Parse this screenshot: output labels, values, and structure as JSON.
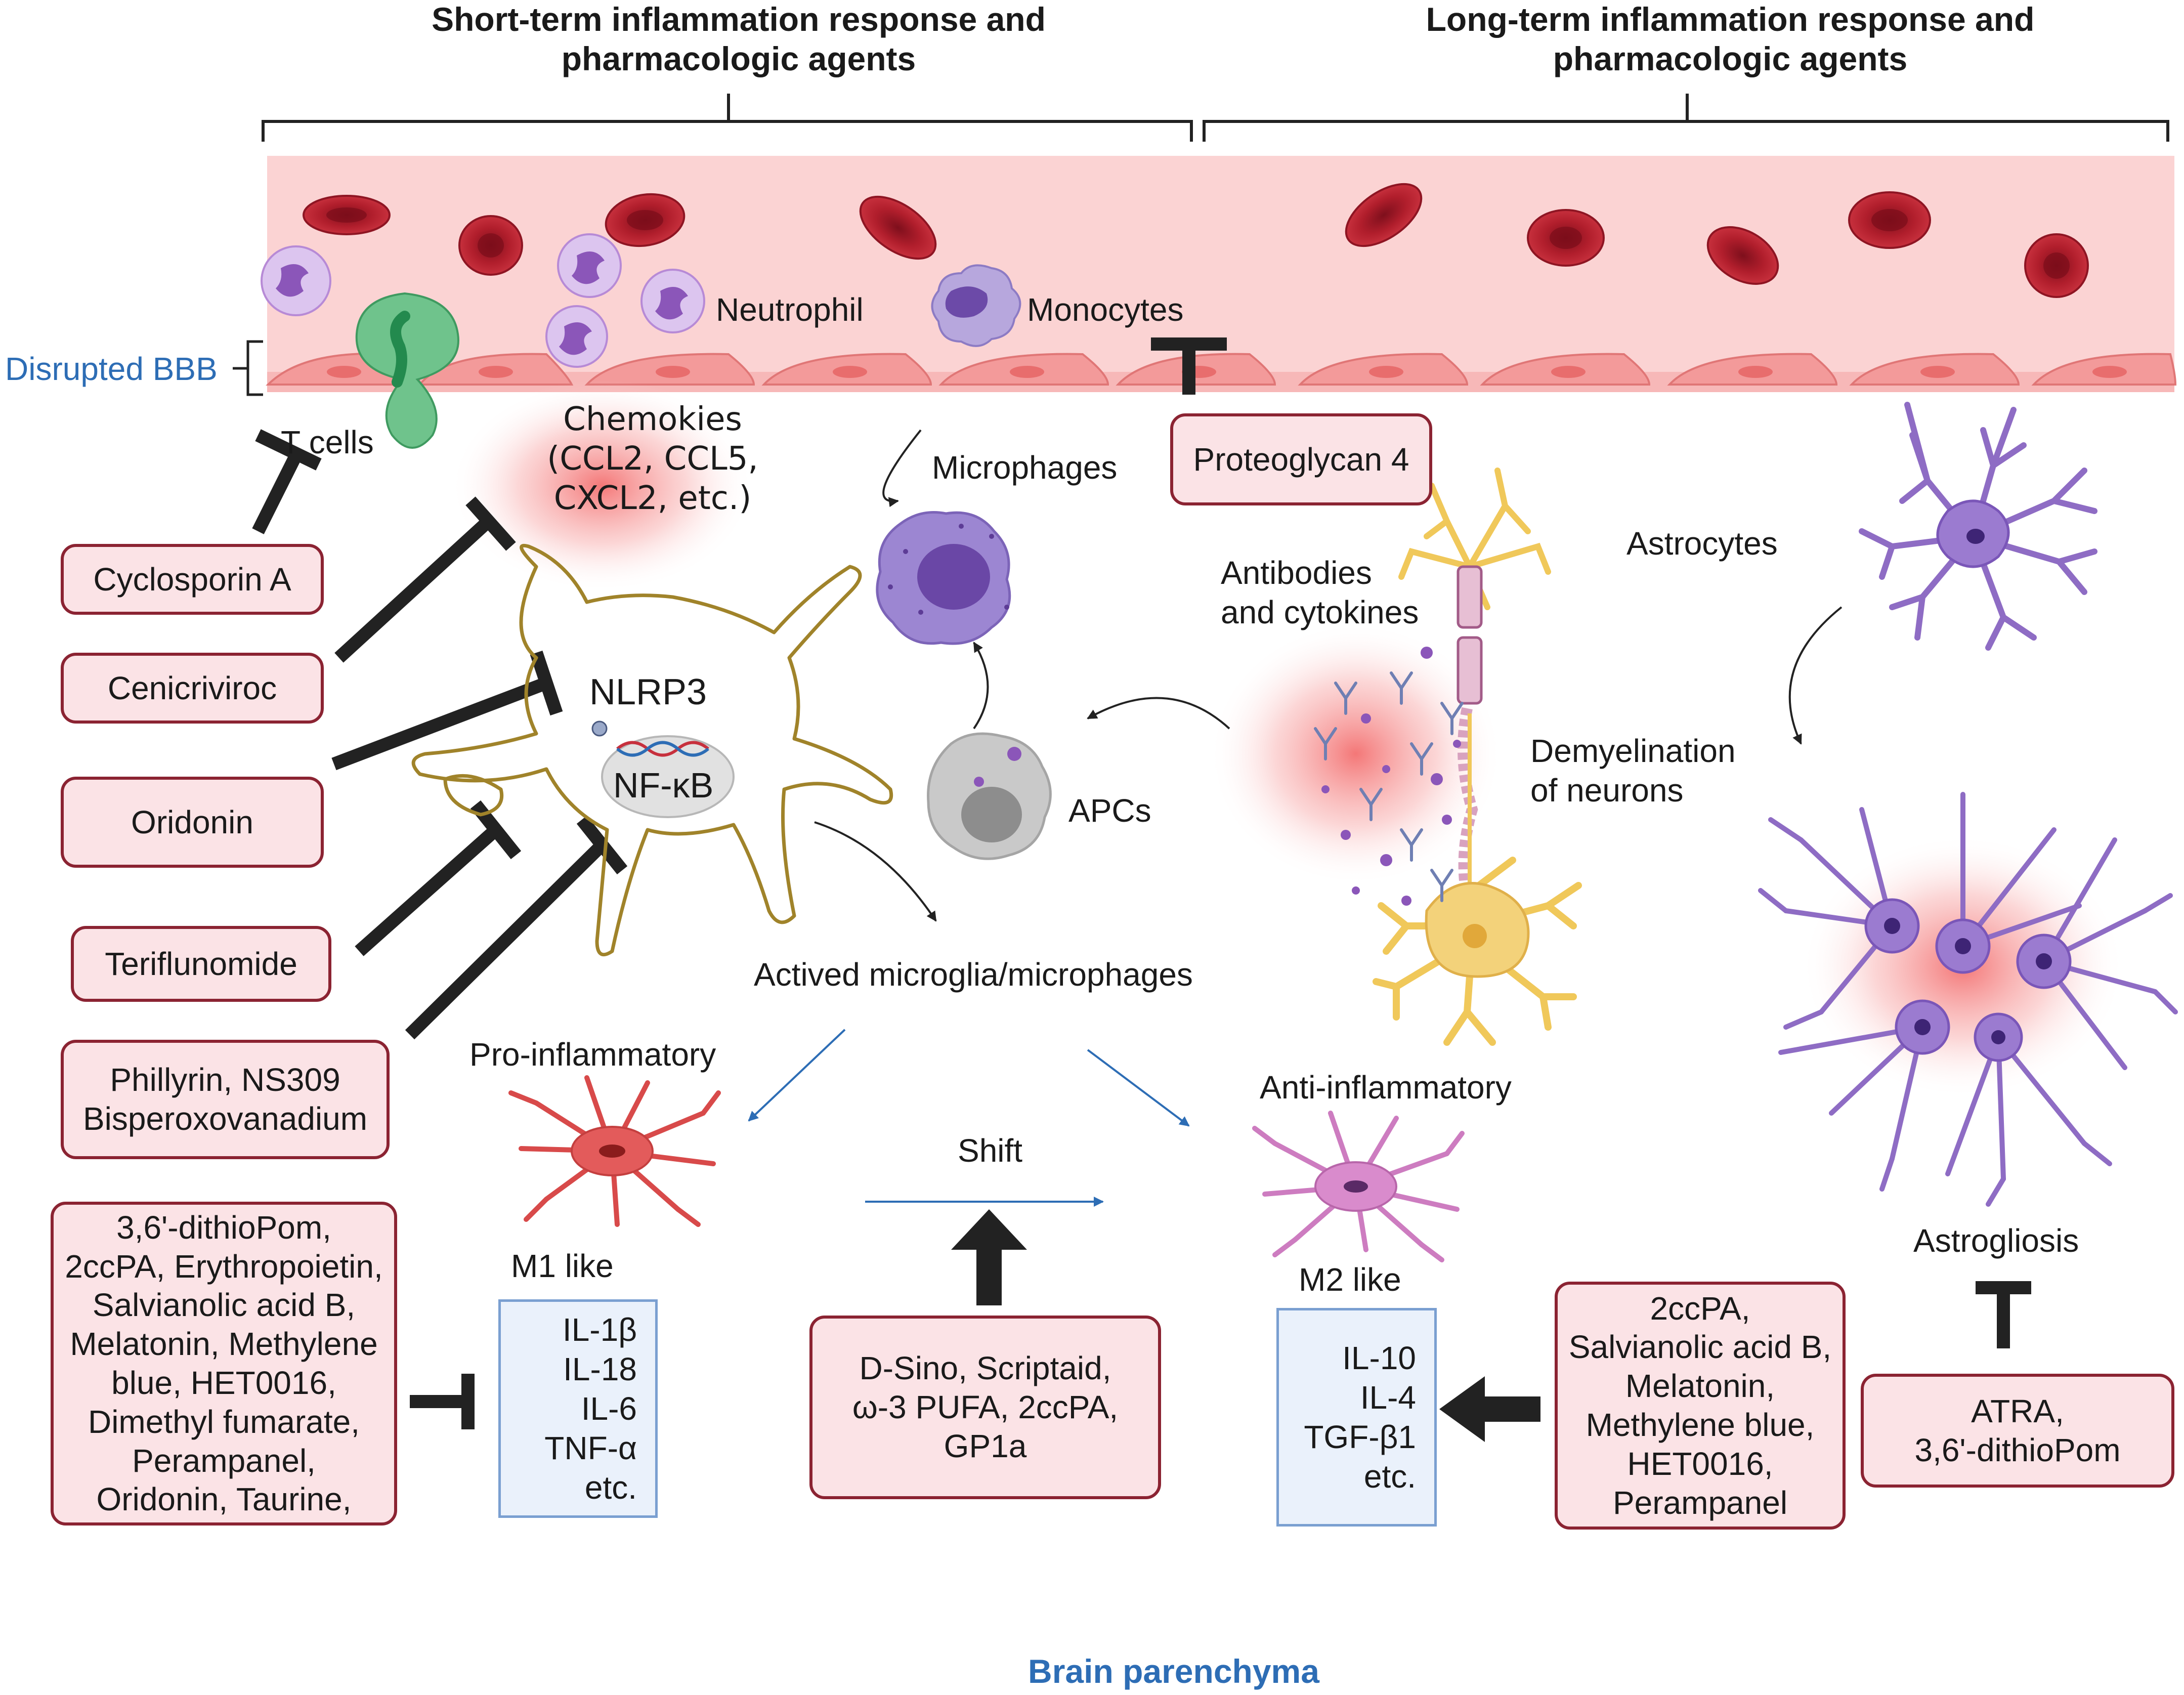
{
  "headers": {
    "short_term": "Short-term inflammation response and\npharmacologic agents",
    "long_term": "Long-term inflammation response and\npharmacologic agents"
  },
  "labels": {
    "disrupted_bbb": "Disrupted BBB",
    "neutrophil": "Neutrophil",
    "monocytes": "Monocytes",
    "t_cells": "T cells",
    "chemokines": "Chemokies\n(CCL2, CCL5,\nCXCL2, etc.)",
    "microphages": "Microphages",
    "nlrp3": "NLRP3",
    "nfkb": "NF-κB",
    "apcs": "APCs",
    "antibodies": "Antibodies\nand cytokines",
    "astrocytes": "Astrocytes",
    "demyelination": "Demyelination\nof neurons",
    "activated": "Actived microglia/microphages",
    "pro_inflammatory": "Pro-inflammatory",
    "anti_inflammatory": "Anti-inflammatory",
    "shift": "Shift",
    "m1_like": "M1 like",
    "m2_like": "M2 like",
    "astrogliosis": "Astrogliosis",
    "brain_parenchyma": "Brain parenchyma"
  },
  "drugs": {
    "proteoglycan": "Proteoglycan 4",
    "cyclosporin": "Cyclosporin A",
    "cenicriviroc": "Cenicriviroc",
    "oridonin": "Oridonin",
    "teriflunomide": "Teriflunomide",
    "phillyrin": "Phillyrin, NS309\nBisperoxovanadium",
    "m1_inhibitors": "3,6'-dithioPom,\n2ccPA, Erythropoietin,\nSalvianolic acid B,\nMelatonin, Methylene\nblue, HET0016,\nDimethyl fumarate,\nPerampanel,\nOridonin, Taurine,",
    "shift_agents": "D-Sino, Scriptaid,\nω-3 PUFA, 2ccPA,\nGP1a",
    "m2_promoters": "2ccPA,\nSalvianolic acid B,\nMelatonin,\nMethylene blue,\nHET0016,\nPerampanel",
    "astro_inhibitors": "ATRA,\n3,6'-dithioPom"
  },
  "cytokines": {
    "m1": [
      "IL-1β",
      "IL-18",
      "IL-6",
      "TNF-α",
      "etc."
    ],
    "m2": [
      "IL-10",
      "IL-4",
      "TGF-β1",
      "etc."
    ]
  },
  "colors": {
    "vessel": "#fbd3d3",
    "rbc": "#b11e2c",
    "endothelium": "#f39a9a",
    "drug_box_border": "#8b2332",
    "drug_box_fill": "#fbe3e6",
    "cytokine_box_border": "#7a9fd1",
    "microglia_outline": "#a0832a",
    "astrocyte": "#8e6cc4",
    "neuron": "#f3d27a",
    "accent_blue": "#2d6db5"
  }
}
